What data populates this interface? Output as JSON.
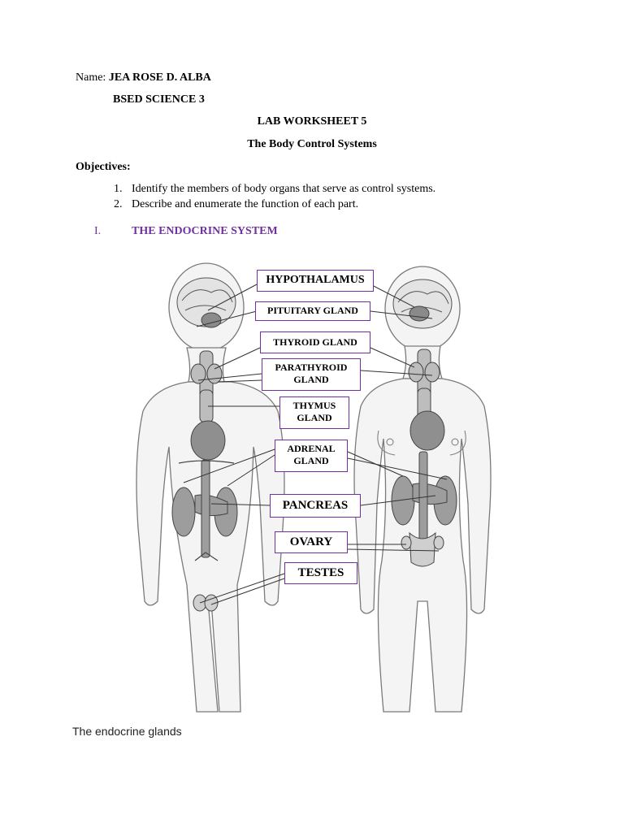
{
  "header": {
    "name_label": "Name:",
    "name_value": "JEA ROSE D. ALBA",
    "course": "BSED SCIENCE 3",
    "worksheet_title": "LAB WORKSHEET 5",
    "subtitle": "The Body Control Systems"
  },
  "objectives": {
    "heading": "Objectives:",
    "items": [
      {
        "num": "1.",
        "text": "Identify the members of body organs that serve as control systems."
      },
      {
        "num": "2.",
        "text": "Describe and enumerate the function of each part."
      }
    ]
  },
  "section": {
    "number": "I.",
    "title": "THE ENDOCRINE SYSTEM",
    "color": "#7030a0"
  },
  "labels": {
    "hypothalamus": "HYPOTHALAMUS",
    "pituitary": "PITUITARY GLAND",
    "thyroid": "THYROID GLAND",
    "parathyroid_1": "PARATHYROID",
    "parathyroid_2": "GLAND",
    "thymus_1": "THYMUS",
    "thymus_2": "GLAND",
    "adrenal_1": "ADRENAL",
    "adrenal_2": "GLAND",
    "pancreas": "PANCREAS",
    "ovary": "OVARY",
    "testes": "TESTES"
  },
  "caption": "The endocrine glands"
}
